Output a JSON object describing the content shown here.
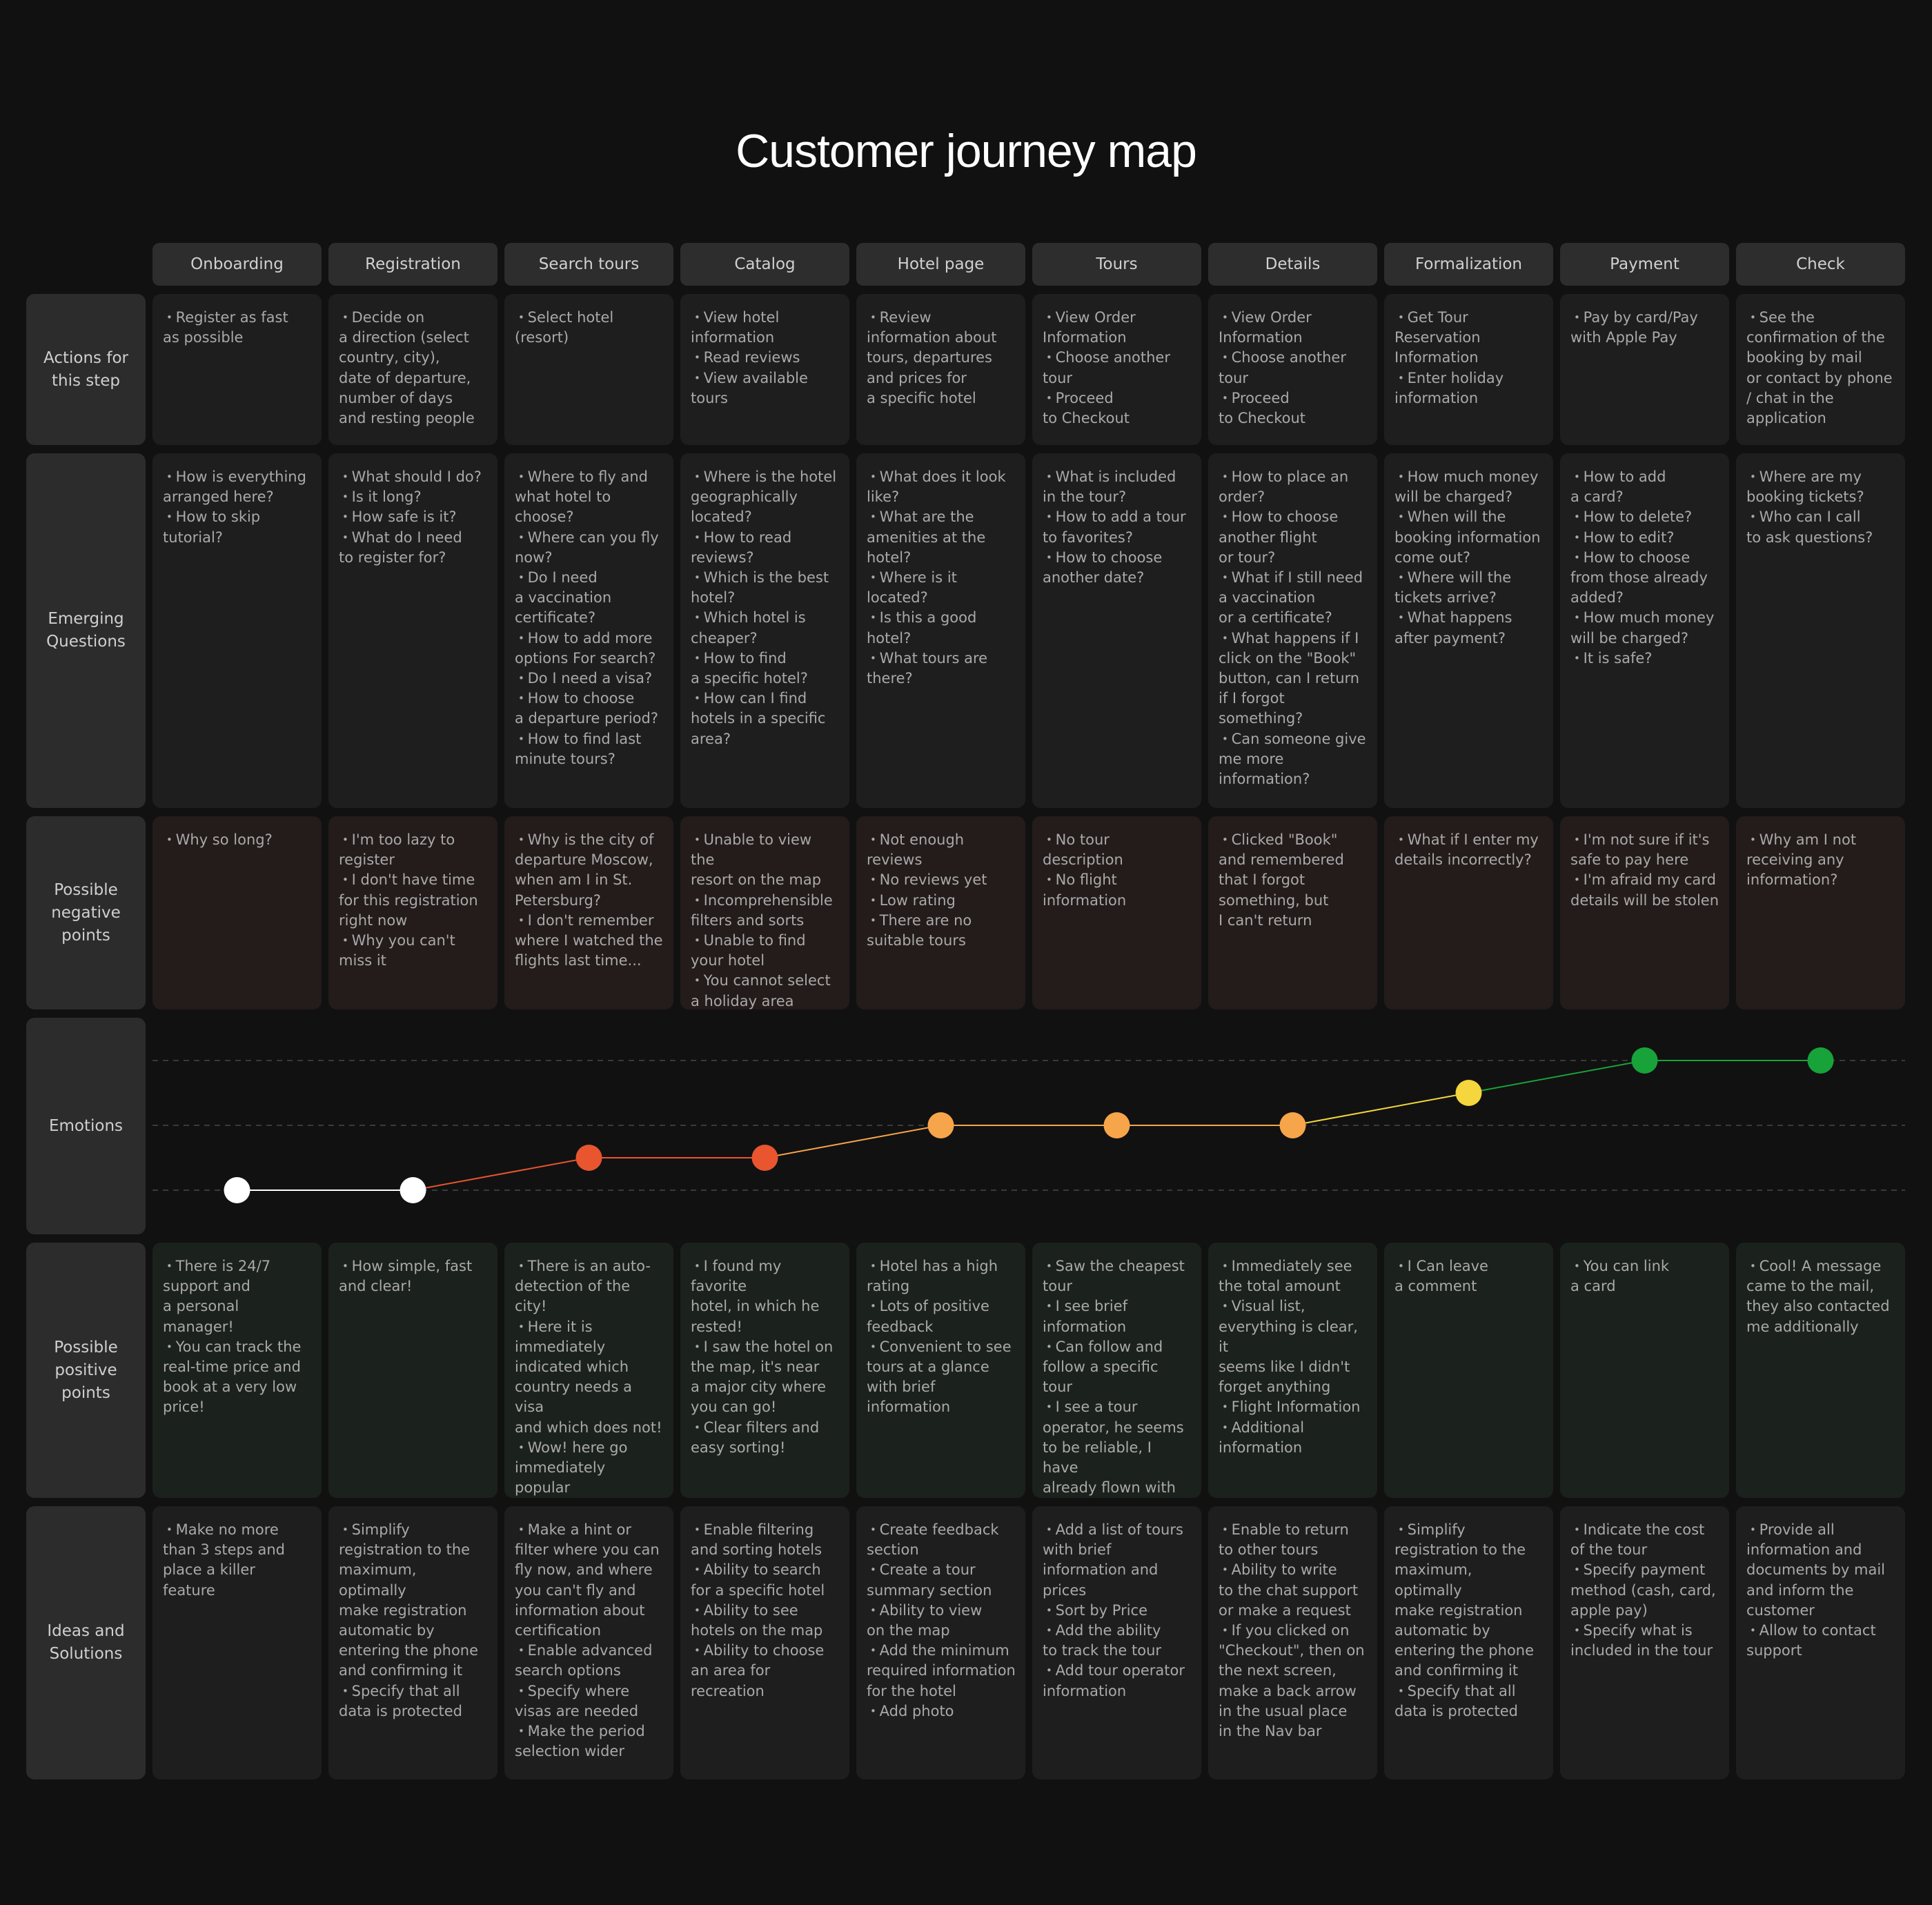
{
  "title": "Customer journey map",
  "stages": [
    "Onboarding",
    "Registration",
    "Search tours",
    "Catalog",
    "Hotel page",
    "Tours",
    "Details",
    "Formalization",
    "Payment",
    "Check"
  ],
  "row_labels": {
    "actions": "Actions for\nthis step",
    "questions": "Emerging\nQuestions",
    "negative": "Possible\nnegative\npoints",
    "emotions": "Emotions",
    "positive": "Possible\npositive\npoints",
    "ideas": "Ideas and\nSolutions"
  },
  "actions": [
    [
      "Register as fast\nas possible"
    ],
    [
      "Decide on\na direction (select\ncountry, city),\ndate of departure,\nnumber of days\nand resting people"
    ],
    [
      "Select hotel\n(resort)"
    ],
    [
      "View hotel\ninformation",
      "Read reviews",
      "View available\ntours"
    ],
    [
      "Review\ninformation about\ntours, departures\nand prices for\na specific hotel"
    ],
    [
      "View Order\nInformation",
      "Choose another\ntour",
      "Proceed\nto Checkout"
    ],
    [
      "View Order\nInformation",
      "Choose another\ntour",
      "Proceed\nto Checkout"
    ],
    [
      "Get Tour\nReservation\nInformation",
      "Enter holiday\ninformation"
    ],
    [
      "Pay by card/Pay\nwith Apple Pay"
    ],
    [
      "See the\nconfirmation of the\nbooking by mail\nor contact by phone\n/ chat in the\napplication"
    ]
  ],
  "questions": [
    [
      "How is everything\narranged here?",
      "How to skip\ntutorial?"
    ],
    [
      "What should I do?",
      "Is it long?",
      "How safe is it?",
      "What do I need\nto register for?"
    ],
    [
      "Where to fly and\nwhat hotel to\nchoose?",
      "Where can you fly\nnow?",
      "Do I need\na vaccination\ncertificate?",
      "How to add more\noptions For search?",
      "Do I need a visa?",
      "How to choose\na departure period?",
      "How to find last\nminute tours?"
    ],
    [
      "Where is the hotel\ngeographically\nlocated?",
      "How to read\nreviews?",
      "Which is the best\nhotel?",
      "Which hotel is\ncheaper?",
      "How to find\na specific hotel?",
      "How can I find\nhotels in a specific\narea?"
    ],
    [
      "What does it look\nlike?",
      "What are the\namenities at the\nhotel?",
      "Where is it\nlocated?",
      "Is this a good\nhotel?",
      "What tours are\nthere?"
    ],
    [
      "What is included\nin the tour?",
      "How to add a tour\nto favorites?",
      "How to choose\nanother date?"
    ],
    [
      "How to place an\norder?",
      "How to choose\nanother flight\nor tour?",
      "What if I still need\na vaccination\nor a certificate?",
      "What happens if I\nclick on the \"Book\"\nbutton, can I return\nif I forgot\nsomething?",
      "Can someone give\nme more\ninformation?"
    ],
    [
      "How much money\nwill be charged?",
      "When will the\nbooking information\ncome out?",
      "Where will the\ntickets arrive?",
      "What happens\nafter payment?"
    ],
    [
      "How to add\na card?",
      "How to delete?",
      "How to edit?",
      "How to choose\nfrom those already\nadded?",
      "How much money\nwill be charged?",
      "It is safe?"
    ],
    [
      "Where are my\nbooking tickets?",
      "Who can I call\nto ask questions?"
    ]
  ],
  "negative": [
    [
      "Why so long?"
    ],
    [
      "I'm too lazy to\nregister",
      "I don't have time\nfor this registration\nright now",
      "Why you can't\nmiss it"
    ],
    [
      "Why is the city of\ndeparture Moscow,\nwhen am I in St.\nPetersburg?",
      "I don't remember\nwhere I watched the\nflights last time..."
    ],
    [
      "Unable to view the\nresort on the map",
      "Incomprehensible\nfilters and sorts",
      "Unable to find\nyour hotel",
      "You cannot select\na holiday area"
    ],
    [
      "Not enough\nreviews",
      "No reviews yet",
      "Low rating",
      "There are no\nsuitable tours"
    ],
    [
      "No tour\ndescription",
      "No flight\ninformation"
    ],
    [
      "Clicked \"Book\"\nand remembered\nthat I forgot\nsomething, but\nI can't return"
    ],
    [
      "What if I enter my\ndetails incorrectly?"
    ],
    [
      "I'm not sure if it's\nsafe to pay here",
      "I'm afraid my card\ndetails will be stolen"
    ],
    [
      "Why am I not\nreceiving any\ninformation?"
    ]
  ],
  "emotions": {
    "levels": [
      0,
      0,
      1,
      1,
      2,
      2,
      2,
      3,
      4,
      4
    ],
    "max_level": 4,
    "colors": [
      "#ffffff",
      "#ffffff",
      "#e8552f",
      "#e8552f",
      "#f7a54a",
      "#f7a54a",
      "#f7a54a",
      "#f5d63d",
      "#18a33a",
      "#18a33a"
    ]
  },
  "positive": [
    [
      "There is 24/7\nsupport and\na personal manager!",
      "You can track the\nreal-time price and\nbook at a very low\nprice!"
    ],
    [
      "How simple, fast\nand clear!"
    ],
    [
      "There is an auto-\ndetection of the city!",
      "Here it is\nimmediately\nindicated which\ncountry needs a visa\nand which does not!",
      "Wow! here go\nimmediately popular\ndirections!"
    ],
    [
      "I found my favorite\nhotel, in which he\nrested!",
      "I saw the hotel on\nthe map, it's near\na major city where\nyou can go!",
      "Clear filters and\neasy sorting!"
    ],
    [
      "Hotel has a high\nrating",
      "Lots of positive\nfeedback",
      "Convenient to see\ntours at a glance\nwith brief\ninformation"
    ],
    [
      "Saw the cheapest\ntour",
      "I see brief\ninformation",
      "Can follow and\nfollow a specific tour",
      "I see a tour\noperator, he seems\nto be reliable, I have\nalready flown with\nhim on vacation"
    ],
    [
      "Immediately see\nthe total amount",
      "Visual list,\neverything is clear, it\nseems like I didn't\nforget anything",
      "Flight Information",
      "Additional\ninformation"
    ],
    [
      "I Can leave\na comment"
    ],
    [
      "You can link\na card"
    ],
    [
      "Cool! A message\ncame to the mail,\nthey also contacted\nme additionally"
    ]
  ],
  "ideas": [
    [
      "Make no more\nthan 3 steps and\nplace a killer feature"
    ],
    [
      "Simplify\nregistration to the\nmaximum, optimally\nmake registration\nautomatic by\nentering the phone\nand confirming it",
      "Specify that all\ndata is protected"
    ],
    [
      "Make a hint or\nfilter where you can\nfly now, and where\nyou can't fly and\ninformation about\ncertification",
      "Enable advanced\nsearch options",
      "Specify where\nvisas are needed",
      "Make the period\nselection wider"
    ],
    [
      "Enable filtering\nand sorting hotels",
      "Ability to search\nfor a specific hotel",
      "Ability to see\nhotels on the map",
      "Ability to choose\nan area for\nrecreation"
    ],
    [
      "Create feedback\nsection",
      "Create a tour\nsummary section",
      "Ability to view\non the map",
      "Add the minimum\nrequired information\nfor the hotel",
      "Add photo"
    ],
    [
      "Add a list of tours\nwith brief\ninformation and\nprices",
      "Sort by Price",
      "Add the ability\nto track the tour",
      "Add tour operator\ninformation"
    ],
    [
      "Enable to return\nto other tours",
      "Ability to write\nto the chat support\nor make a request",
      "If you clicked on\n\"Checkout\", then on\nthe next screen,\nmake a back arrow\nin the usual place\nin the Nav bar"
    ],
    [
      "Simplify\nregistration to the\nmaximum, optimally\nmake registration\nautomatic by\nentering the phone\nand confirming it",
      "Specify that all\ndata is protected"
    ],
    [
      "Indicate the cost\nof the tour",
      "Specify payment\nmethod (cash, card,\napple pay)",
      "Specify what is\nincluded in the tour"
    ],
    [
      "Provide all\ninformation and\ndocuments by mail\nand inform the\ncustomer",
      "Allow to contact\nsupport"
    ]
  ]
}
